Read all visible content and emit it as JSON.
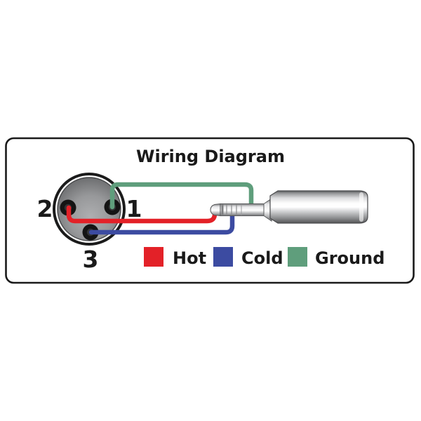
{
  "title": "Wiring Diagram",
  "colors": {
    "hot": "#e32128",
    "cold": "#3c4ba1",
    "ground": "#5f9e7c",
    "outline": "#1a1a1a"
  },
  "xlr": {
    "pins": [
      {
        "number": "1"
      },
      {
        "number": "2"
      },
      {
        "number": "3"
      }
    ]
  },
  "legend": {
    "items": [
      {
        "label": "Hot",
        "color": "#e32128"
      },
      {
        "label": "Cold",
        "color": "#3c4ba1"
      },
      {
        "label": "Ground",
        "color": "#5f9e7c"
      }
    ]
  }
}
